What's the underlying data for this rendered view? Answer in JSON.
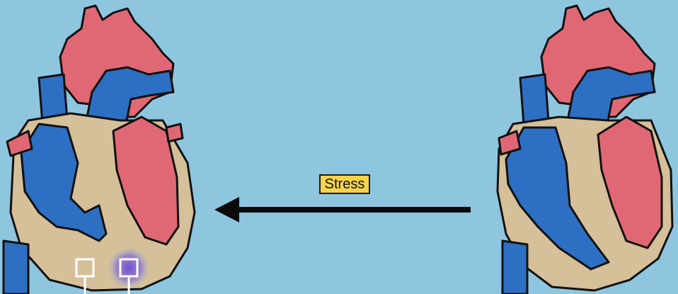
{
  "diagram": {
    "arrow_label": "Stress",
    "direction": "right-to-left",
    "colors": {
      "background": "#8ec6e0",
      "oxygenated": "#e06874",
      "deoxygenated": "#2d6fc2",
      "myocardium": "#d6c099",
      "outline": "#111111",
      "label_fill": "#f6d44a",
      "highlight_glow": "#6b4bd6"
    },
    "left_heart": {
      "description_icon": "heart-icon",
      "markers": 2
    },
    "right_heart": {
      "description_icon": "heart-icon"
    }
  }
}
